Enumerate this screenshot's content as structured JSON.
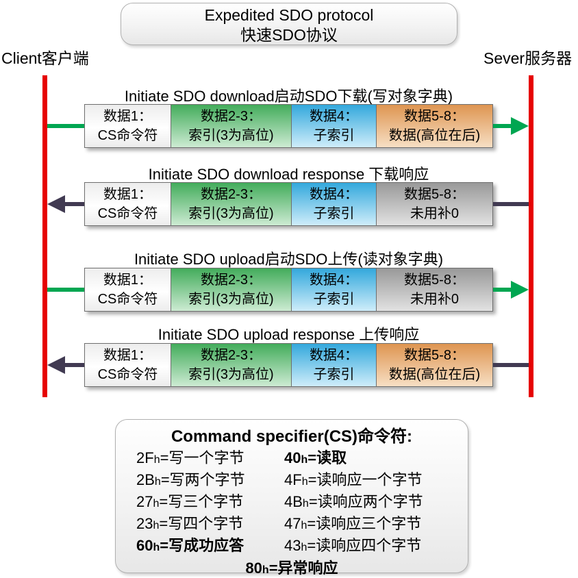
{
  "header": {
    "title_line1": "Expedited SDO protocol",
    "title_line2": "快速SDO协议",
    "client_label": "Client客户端",
    "server_label": "Sever服务器"
  },
  "colors": {
    "timeline": "#e60000",
    "request_arrow": "#00a651",
    "response_arrow": "#413a52",
    "cell_green": "#43ac5b",
    "cell_blue": "#33a8dc",
    "cell_orange": "#de9551",
    "cell_gray": "#999999"
  },
  "messages": [
    {
      "title": "Initiate SDO download启动SDO下载(写对象字典)",
      "direction": "client_to_server",
      "cells": [
        {
          "l1": "数据1：",
          "l2": "CS命令符",
          "fill": "plain"
        },
        {
          "l1": "数据2-3：",
          "l2": "索引(3为高位)",
          "fill": "green"
        },
        {
          "l1": "数据4：",
          "l2": "子索引",
          "fill": "blue"
        },
        {
          "l1": "数据5-8：",
          "l2": "数据(高位在后)",
          "fill": "orange"
        }
      ]
    },
    {
      "title": "Initiate SDO download response 下载响应",
      "direction": "server_to_client",
      "cells": [
        {
          "l1": "数据1：",
          "l2": "CS命令符",
          "fill": "plain"
        },
        {
          "l1": "数据2-3：",
          "l2": "索引(3为高位)",
          "fill": "green"
        },
        {
          "l1": "数据4：",
          "l2": "子索引",
          "fill": "blue"
        },
        {
          "l1": "数据5-8：",
          "l2": "未用补0",
          "fill": "gray"
        }
      ]
    },
    {
      "title": "Initiate SDO upload启动SDO上传(读对象字典)",
      "direction": "client_to_server",
      "cells": [
        {
          "l1": "数据1：",
          "l2": "CS命令符",
          "fill": "plain"
        },
        {
          "l1": "数据2-3：",
          "l2": "索引(3为高位)",
          "fill": "green"
        },
        {
          "l1": "数据4：",
          "l2": "子索引",
          "fill": "blue"
        },
        {
          "l1": "数据5-8：",
          "l2": "未用补0",
          "fill": "gray"
        }
      ]
    },
    {
      "title": "Initiate SDO upload response 上传响应",
      "direction": "server_to_client",
      "cells": [
        {
          "l1": "数据1：",
          "l2": "CS命令符",
          "fill": "plain"
        },
        {
          "l1": "数据2-3：",
          "l2": "索引(3为高位)",
          "fill": "green"
        },
        {
          "l1": "数据4：",
          "l2": "子索引",
          "fill": "blue"
        },
        {
          "l1": "数据5-8：",
          "l2": "数据(高位在后)",
          "fill": "orange"
        }
      ]
    }
  ],
  "cs_box": {
    "title": "Command specifier(CS)命令符:",
    "entries": [
      {
        "code": "2F",
        "sub": "h",
        "desc": "=写一个字节",
        "bold": false
      },
      {
        "code": "40",
        "sub": "h",
        "desc": "=读取",
        "bold": true
      },
      {
        "code": "2B",
        "sub": "h",
        "desc": "=写两个字节",
        "bold": false
      },
      {
        "code": "4F",
        "sub": "h",
        "desc": "=读响应一个字节",
        "bold": false
      },
      {
        "code": "27",
        "sub": "h",
        "desc": "=写三个字节",
        "bold": false
      },
      {
        "code": "4B",
        "sub": "h",
        "desc": "=读响应两个字节",
        "bold": false
      },
      {
        "code": "23",
        "sub": "h",
        "desc": "=写四个字节",
        "bold": false
      },
      {
        "code": "47",
        "sub": "h",
        "desc": "=读响应三个字节",
        "bold": false
      },
      {
        "code": "60",
        "sub": "h",
        "desc": "=写成功应答",
        "bold": true
      },
      {
        "code": "43",
        "sub": "h",
        "desc": "=读响应四个字节",
        "bold": false
      }
    ],
    "footer": {
      "code": "80",
      "sub": "h",
      "desc": "=异常响应",
      "bold": true
    }
  }
}
